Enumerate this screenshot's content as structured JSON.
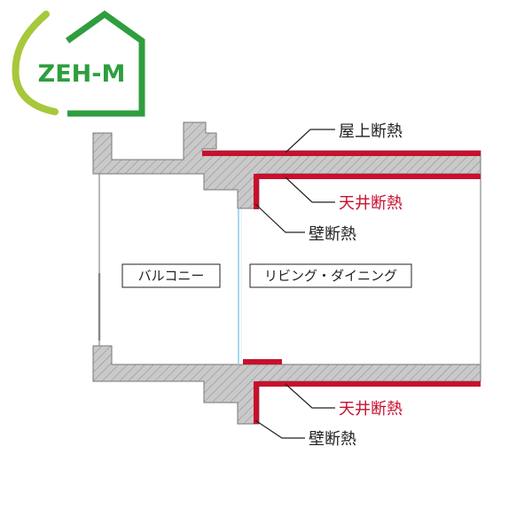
{
  "logo": {
    "text": "ZEH-M"
  },
  "rooms": {
    "balcony": "バルコニー",
    "living": "リビング・ダイニング"
  },
  "labels": {
    "roof_insulation": "屋上断熱",
    "ceiling_insulation_upper": "天井断熱",
    "wall_insulation_upper": "壁断熱",
    "ceiling_insulation_lower": "天井断熱",
    "wall_insulation_lower": "壁断熱"
  },
  "colors": {
    "insulation": "#c8102e",
    "concrete": "#c8c8c8",
    "hatch": "#8a8a8a",
    "logo_green": "#2e9e3e",
    "logo_light_green": "#a7c83a",
    "glass": "#a9d8ee",
    "text": "#222222"
  }
}
